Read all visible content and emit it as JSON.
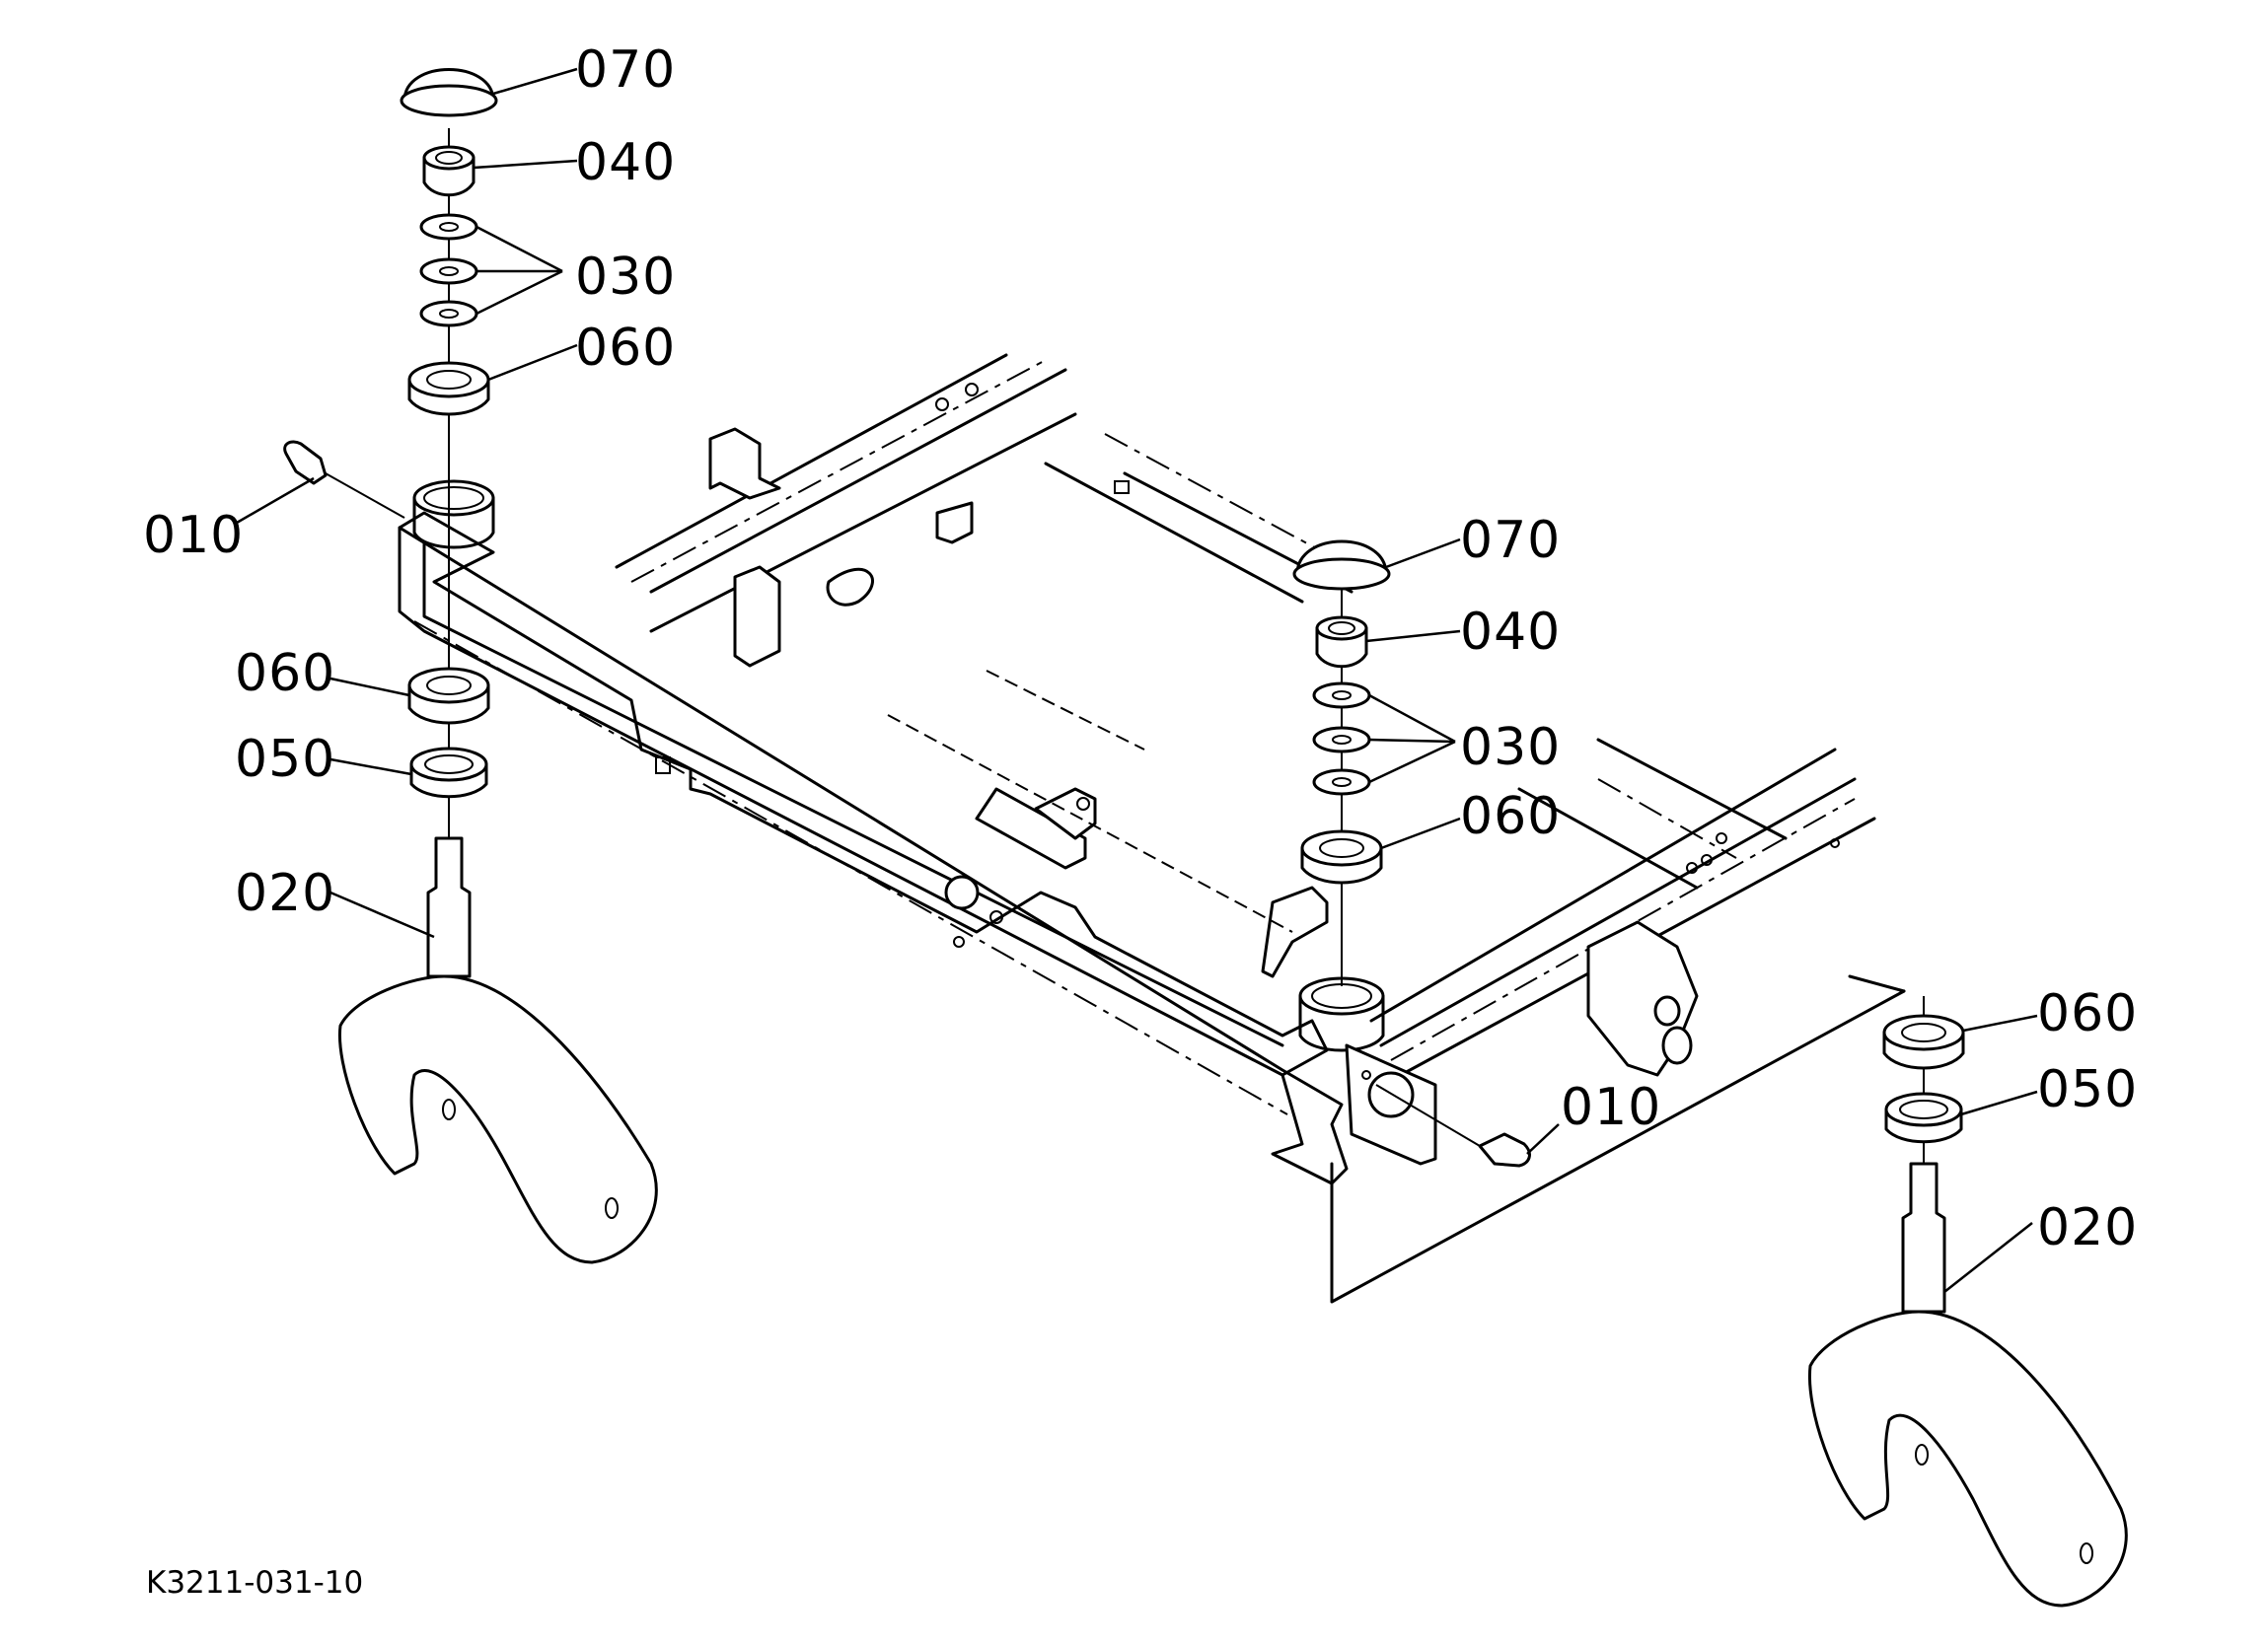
{
  "diagram": {
    "drawing_number": "K3211-031-10",
    "callouts": {
      "c070_left": "070",
      "c040_left": "040",
      "c030_left": "030",
      "c060_left_top": "060",
      "c010_left": "010",
      "c060_left_mid": "060",
      "c050_left": "050",
      "c020_left": "020",
      "c070_right": "070",
      "c040_right": "040",
      "c030_right": "030",
      "c060_right_top": "060",
      "c010_right": "010",
      "c060_right_low": "060",
      "c050_right": "050",
      "c020_right": "020"
    }
  }
}
